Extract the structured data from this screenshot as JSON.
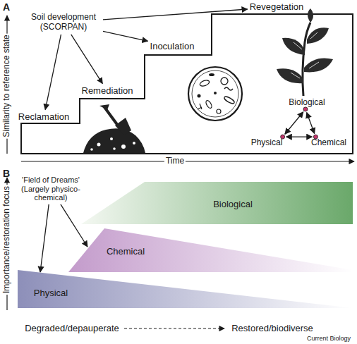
{
  "diagram": {
    "nodes": [
      {
        "text": [
          "Soil development (SCORPAN)"
        ]
      },
      {
        "text": [
          "Reclamation"
        ]
      },
      {
        "text": [
          "Remediation"
        ]
      },
      {
        "text": [
          "Inoculation"
        ]
      },
      {
        "text": [
          "Revegetation"
        ]
      },
      {
        "text": [
          "Biological"
        ]
      },
      {
        "text": [
          "Physical"
        ]
      },
      {
        "text": [
          "Chemical"
        ]
      },
      {
        "text": [
          "'Field of Dreams'",
          "(Largely physico-chemical)"
        ]
      },
      {
        "text": [
          "Biological"
        ]
      },
      {
        "text": [
          "Chemical"
        ]
      },
      {
        "text": [
          "Physical"
        ]
      }
    ],
    "edges": [
      {
        "from": 0,
        "to": 1,
        "arrow": "to"
      },
      {
        "from": 0,
        "to": 2,
        "arrow": "to"
      },
      {
        "from": 0,
        "to": 3,
        "arrow": "to"
      },
      {
        "from": 0,
        "to": 4,
        "arrow": "to"
      },
      {
        "from": 5,
        "to": 6,
        "arrow": "both"
      },
      {
        "from": 5,
        "to": 7,
        "arrow": "both"
      },
      {
        "from": 6,
        "to": 7,
        "arrow": "both"
      },
      {
        "from": 8,
        "to": 11,
        "arrow": "to"
      },
      {
        "from": 8,
        "to": 10,
        "arrow": "to"
      }
    ],
    "labels": [
      "A",
      "Similarity to reference state",
      "Time",
      "B",
      "Importance/restoration focus",
      "Degraded/depauperate",
      "Restored/biodiverse",
      "Current Biology"
    ]
  }
}
